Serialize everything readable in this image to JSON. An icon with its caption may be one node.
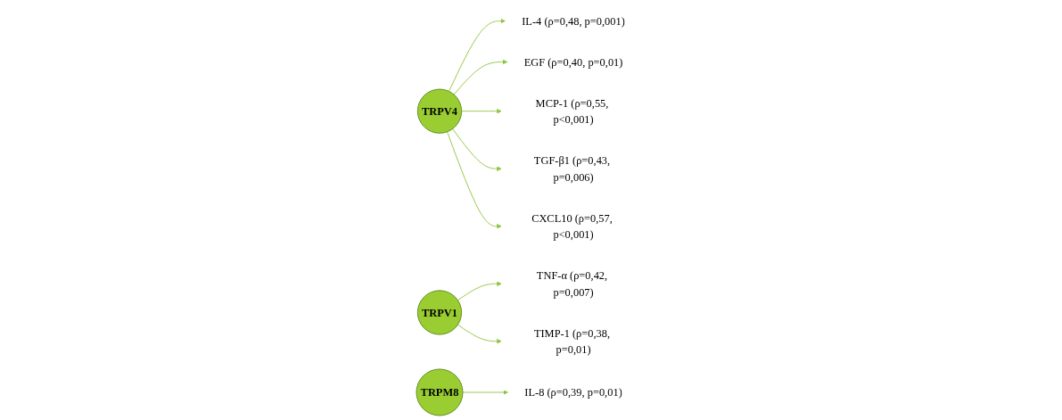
{
  "diagram": {
    "nodes": [
      {
        "text": [
          "TRPV4"
        ]
      },
      {
        "text": [
          "TRPV1"
        ]
      },
      {
        "text": [
          "TRPM8"
        ]
      },
      {
        "text": [
          "IL-4 (ρ=0,48, p=0,001)"
        ]
      },
      {
        "text": [
          "EGF (ρ=0,40, p=0,01)"
        ]
      },
      {
        "text": [
          "MCP-1 (ρ=0,55, p<0,001)"
        ]
      },
      {
        "text": [
          "TGF-β1 (ρ=0,43, p=0,006)"
        ]
      },
      {
        "text": [
          "CXCL10 (ρ=0,57, p<0,001)"
        ]
      },
      {
        "text": [
          "TNF-α (ρ=0,42, p=0,007)"
        ]
      },
      {
        "text": [
          "TIMP-1 (ρ=0,38, p=0,01)"
        ]
      },
      {
        "text": [
          "IL-8 (ρ=0,39, p=0,01)"
        ]
      }
    ],
    "edges": [
      {
        "from": 0,
        "to": 3,
        "arrow": "to"
      },
      {
        "from": 0,
        "to": 4,
        "arrow": "to"
      },
      {
        "from": 0,
        "to": 5,
        "arrow": "to"
      },
      {
        "from": 0,
        "to": 6,
        "arrow": "to"
      },
      {
        "from": 0,
        "to": 7,
        "arrow": "to"
      },
      {
        "from": 1,
        "to": 8,
        "arrow": "to"
      },
      {
        "from": 1,
        "to": 9,
        "arrow": "to"
      },
      {
        "from": 2,
        "to": 10,
        "arrow": "to"
      }
    ]
  }
}
